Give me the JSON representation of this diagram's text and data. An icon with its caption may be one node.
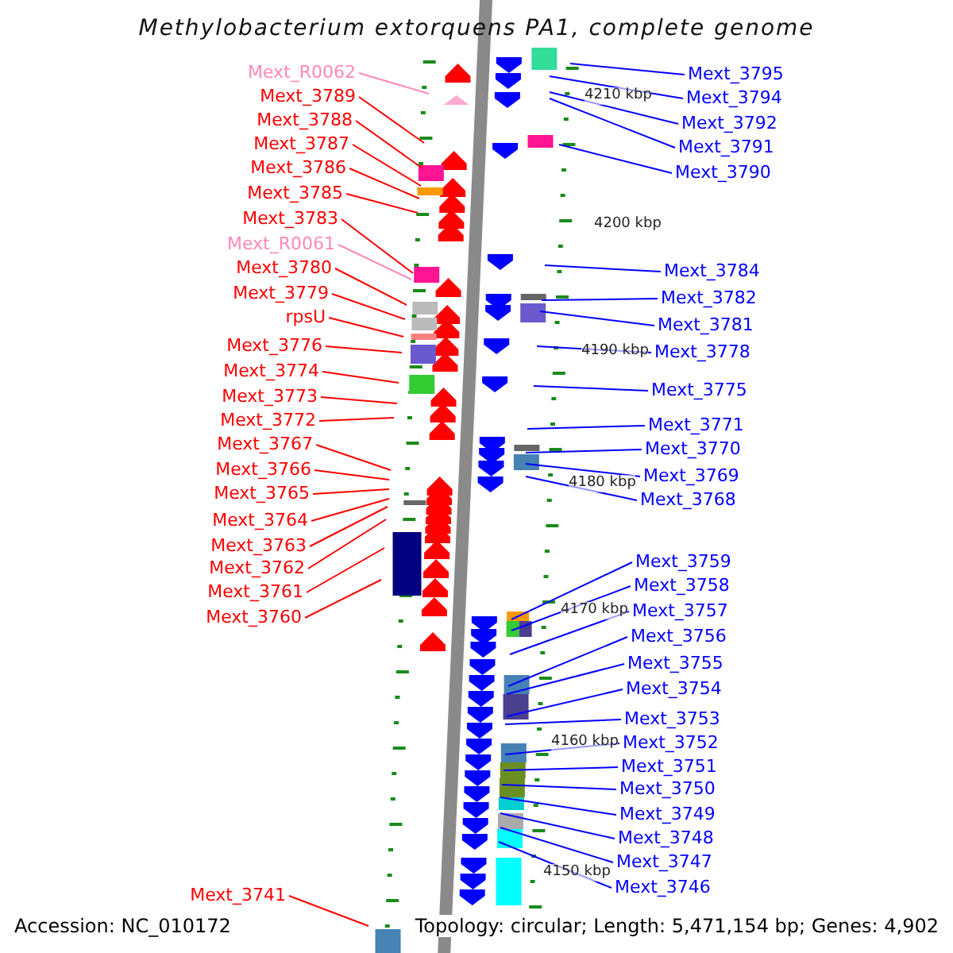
{
  "diagram": {
    "title": "Methylobacterium extorquens PA1, complete genome",
    "nodes": [
      {
        "text": [
          "Mext_R0062"
        ]
      },
      {
        "text": [
          "Mext_3789"
        ]
      },
      {
        "text": [
          "Mext_3788"
        ]
      },
      {
        "text": [
          "Mext_3787"
        ]
      },
      {
        "text": [
          "Mext_3786"
        ]
      },
      {
        "text": [
          "Mext_3785"
        ]
      },
      {
        "text": [
          "Mext_3783"
        ]
      },
      {
        "text": [
          "Mext_R0061"
        ]
      },
      {
        "text": [
          "Mext_3780"
        ]
      },
      {
        "text": [
          "Mext_3779"
        ]
      },
      {
        "text": [
          "rpsU"
        ]
      },
      {
        "text": [
          "Mext_3776"
        ]
      },
      {
        "text": [
          "Mext_3774"
        ]
      },
      {
        "text": [
          "Mext_3773"
        ]
      },
      {
        "text": [
          "Mext_3772"
        ]
      },
      {
        "text": [
          "Mext_3767"
        ]
      },
      {
        "text": [
          "Mext_3766"
        ]
      },
      {
        "text": [
          "Mext_3765"
        ]
      },
      {
        "text": [
          "Mext_3764"
        ]
      },
      {
        "text": [
          "Mext_3763"
        ]
      },
      {
        "text": [
          "Mext_3762"
        ]
      },
      {
        "text": [
          "Mext_3761"
        ]
      },
      {
        "text": [
          "Mext_3760"
        ]
      },
      {
        "text": [
          "Mext_3741"
        ]
      },
      {
        "text": [
          "Mext_3795"
        ]
      },
      {
        "text": [
          "Mext_3794"
        ]
      },
      {
        "text": [
          "Mext_3792"
        ]
      },
      {
        "text": [
          "Mext_3791"
        ]
      },
      {
        "text": [
          "Mext_3790"
        ]
      },
      {
        "text": [
          "Mext_3784"
        ]
      },
      {
        "text": [
          "Mext_3782"
        ]
      },
      {
        "text": [
          "Mext_3781"
        ]
      },
      {
        "text": [
          "Mext_3778"
        ]
      },
      {
        "text": [
          "Mext_3775"
        ]
      },
      {
        "text": [
          "Mext_3771"
        ]
      },
      {
        "text": [
          "Mext_3770"
        ]
      },
      {
        "text": [
          "Mext_3769"
        ]
      },
      {
        "text": [
          "Mext_3768"
        ]
      },
      {
        "text": [
          "Mext_3759"
        ]
      },
      {
        "text": [
          "Mext_3758"
        ]
      },
      {
        "text": [
          "Mext_3757"
        ]
      },
      {
        "text": [
          "Mext_3756"
        ]
      },
      {
        "text": [
          "Mext_3755"
        ]
      },
      {
        "text": [
          "Mext_3754"
        ]
      },
      {
        "text": [
          "Mext_3753"
        ]
      },
      {
        "text": [
          "Mext_3752"
        ]
      },
      {
        "text": [
          "Mext_3751"
        ]
      },
      {
        "text": [
          "Mext_3750"
        ]
      },
      {
        "text": [
          "Mext_3749"
        ]
      },
      {
        "text": [
          "Mext_3748"
        ]
      },
      {
        "text": [
          "Mext_3747"
        ]
      },
      {
        "text": [
          "Mext_3746"
        ]
      }
    ],
    "edges": [
      {
        "from": 0,
        "to": null,
        "arrow": "none",
        "color": "#ff88bb"
      },
      {
        "from": 1,
        "to": null,
        "arrow": "none",
        "color": "#ff0000"
      },
      {
        "from": 2,
        "to": null,
        "arrow": "none",
        "color": "#ff0000"
      },
      {
        "from": 3,
        "to": null,
        "arrow": "none",
        "color": "#ff0000"
      },
      {
        "from": 4,
        "to": null,
        "arrow": "none",
        "color": "#ff0000"
      },
      {
        "from": 5,
        "to": null,
        "arrow": "none",
        "color": "#ff0000"
      },
      {
        "from": 6,
        "to": null,
        "arrow": "none",
        "color": "#ff0000"
      },
      {
        "from": 7,
        "to": null,
        "arrow": "none",
        "color": "#ff88bb"
      },
      {
        "from": 8,
        "to": null,
        "arrow": "none",
        "color": "#ff0000"
      },
      {
        "from": 9,
        "to": null,
        "arrow": "none",
        "color": "#ff0000"
      },
      {
        "from": 10,
        "to": null,
        "arrow": "none",
        "color": "#ff0000"
      },
      {
        "from": 11,
        "to": null,
        "arrow": "none",
        "color": "#ff0000"
      },
      {
        "from": 12,
        "to": null,
        "arrow": "none",
        "color": "#ff0000"
      },
      {
        "from": 13,
        "to": null,
        "arrow": "none",
        "color": "#ff0000"
      },
      {
        "from": 14,
        "to": null,
        "arrow": "none",
        "color": "#ff0000"
      },
      {
        "from": 15,
        "to": null,
        "arrow": "none",
        "color": "#ff0000"
      },
      {
        "from": 16,
        "to": null,
        "arrow": "none",
        "color": "#ff0000"
      },
      {
        "from": 17,
        "to": null,
        "arrow": "none",
        "color": "#ff0000"
      },
      {
        "from": 18,
        "to": null,
        "arrow": "none",
        "color": "#ff0000"
      },
      {
        "from": 19,
        "to": null,
        "arrow": "none",
        "color": "#ff0000"
      },
      {
        "from": 20,
        "to": null,
        "arrow": "none",
        "color": "#ff0000"
      },
      {
        "from": 21,
        "to": null,
        "arrow": "none",
        "color": "#ff0000"
      },
      {
        "from": 22,
        "to": null,
        "arrow": "none",
        "color": "#ff0000"
      },
      {
        "from": 23,
        "to": null,
        "arrow": "none",
        "color": "#ff0000"
      },
      {
        "from": 24,
        "to": null,
        "arrow": "none"
      },
      {
        "from": 25,
        "to": null,
        "arrow": "none"
      },
      {
        "from": 26,
        "to": null,
        "arrow": "none"
      },
      {
        "from": 27,
        "to": null,
        "arrow": "none"
      },
      {
        "from": 28,
        "to": null,
        "arrow": "none"
      },
      {
        "from": 29,
        "to": null,
        "arrow": "none"
      },
      {
        "from": 30,
        "to": null,
        "arrow": "none"
      },
      {
        "from": 31,
        "to": null,
        "arrow": "none"
      },
      {
        "from": 32,
        "to": null,
        "arrow": "none"
      },
      {
        "from": 33,
        "to": null,
        "arrow": "none"
      },
      {
        "from": 34,
        "to": null,
        "arrow": "none"
      },
      {
        "from": 35,
        "to": null,
        "arrow": "none"
      },
      {
        "from": 36,
        "to": null,
        "arrow": "none"
      },
      {
        "from": 37,
        "to": null,
        "arrow": "none"
      },
      {
        "from": 38,
        "to": null,
        "arrow": "none"
      },
      {
        "from": 39,
        "to": null,
        "arrow": "none"
      },
      {
        "from": 40,
        "to": null,
        "arrow": "none"
      },
      {
        "from": 41,
        "to": null,
        "arrow": "none"
      },
      {
        "from": 42,
        "to": null,
        "arrow": "none"
      },
      {
        "from": 43,
        "to": null,
        "arrow": "none"
      },
      {
        "from": 44,
        "to": null,
        "arrow": "none"
      },
      {
        "from": 45,
        "to": null,
        "arrow": "none"
      },
      {
        "from": 46,
        "to": null,
        "arrow": "none"
      },
      {
        "from": 47,
        "to": null,
        "arrow": "none"
      },
      {
        "from": 48,
        "to": null,
        "arrow": "none"
      },
      {
        "from": 49,
        "to": null,
        "arrow": "none"
      },
      {
        "from": 50,
        "to": null,
        "arrow": "none"
      },
      {
        "from": 51,
        "to": null,
        "arrow": "none"
      }
    ],
    "labels": [
      "4210 kbp",
      "4200 kbp",
      "4190 kbp",
      "4180 kbp",
      "4170 kbp",
      "4160 kbp",
      "4150 kbp",
      "Accession: NC_010172",
      "Topology: circular; Length: 5,471,154 bp; Genes: 4,902"
    ]
  }
}
